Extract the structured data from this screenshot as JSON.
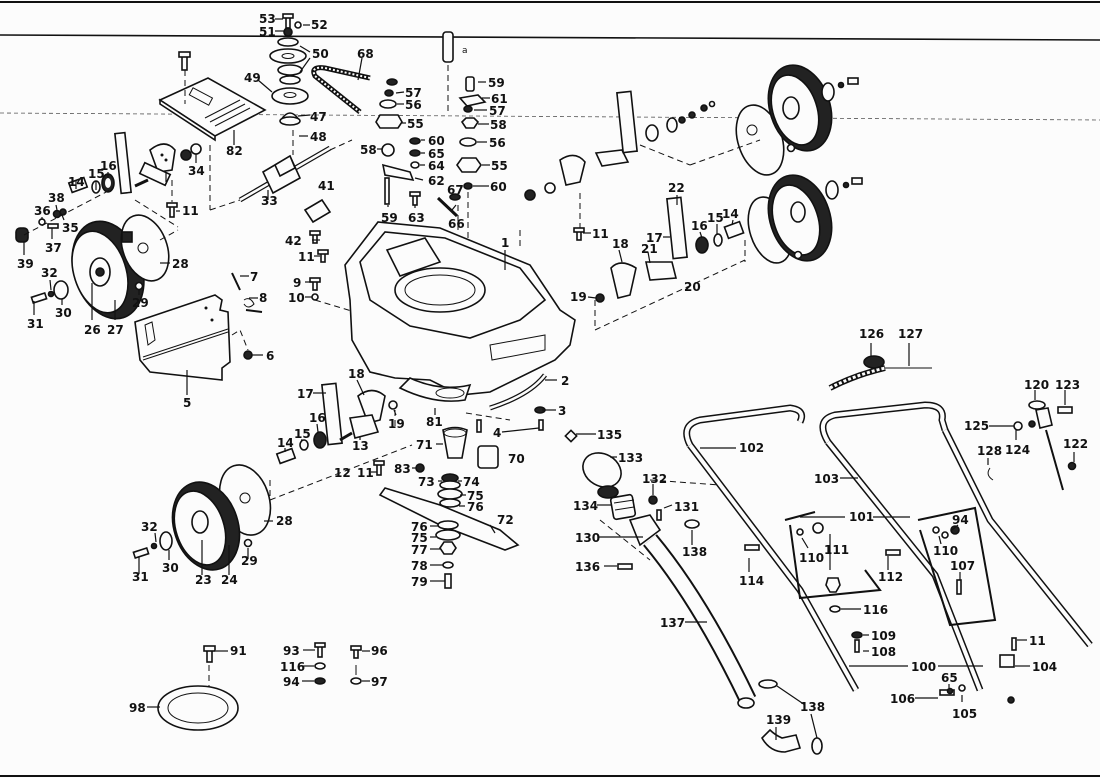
{
  "diagram": {
    "subject": "Lawn mower exploded parts view",
    "labels": [
      {
        "id": "l53",
        "text": "53"
      },
      {
        "id": "l52",
        "text": "52"
      },
      {
        "id": "l51",
        "text": "51"
      },
      {
        "id": "l50",
        "text": "50"
      },
      {
        "id": "l49",
        "text": "49"
      },
      {
        "id": "l68",
        "text": "68"
      },
      {
        "id": "l47",
        "text": "47"
      },
      {
        "id": "l48",
        "text": "48"
      },
      {
        "id": "l82",
        "text": "82"
      },
      {
        "id": "l34",
        "text": "34"
      },
      {
        "id": "l33",
        "text": "33"
      },
      {
        "id": "l41",
        "text": "41"
      },
      {
        "id": "l42",
        "text": "42"
      },
      {
        "id": "l11a",
        "text": "11"
      },
      {
        "id": "l11b",
        "text": "11"
      },
      {
        "id": "l14a",
        "text": "14"
      },
      {
        "id": "l15a",
        "text": "15"
      },
      {
        "id": "l16a",
        "text": "16"
      },
      {
        "id": "l38",
        "text": "38"
      },
      {
        "id": "l36",
        "text": "36"
      },
      {
        "id": "l35",
        "text": "35"
      },
      {
        "id": "l37",
        "text": "37"
      },
      {
        "id": "l39",
        "text": "39"
      },
      {
        "id": "l28a",
        "text": "28"
      },
      {
        "id": "l32a",
        "text": "32"
      },
      {
        "id": "l30a",
        "text": "30"
      },
      {
        "id": "l31a",
        "text": "31"
      },
      {
        "id": "l26",
        "text": "26"
      },
      {
        "id": "l27",
        "text": "27"
      },
      {
        "id": "l29a",
        "text": "29"
      },
      {
        "id": "l7",
        "text": "7"
      },
      {
        "id": "l8",
        "text": "8"
      },
      {
        "id": "l9",
        "text": "9"
      },
      {
        "id": "l10",
        "text": "10"
      },
      {
        "id": "l6",
        "text": "6"
      },
      {
        "id": "l5",
        "text": "5"
      },
      {
        "id": "l57a",
        "text": "57"
      },
      {
        "id": "l56a",
        "text": "56"
      },
      {
        "id": "l55a",
        "text": "55"
      },
      {
        "id": "l58a",
        "text": "58"
      },
      {
        "id": "l60a",
        "text": "60"
      },
      {
        "id": "l65a",
        "text": "65"
      },
      {
        "id": "l64",
        "text": "64"
      },
      {
        "id": "l62",
        "text": "62"
      },
      {
        "id": "l59a",
        "text": "59"
      },
      {
        "id": "l63",
        "text": "63"
      },
      {
        "id": "l67",
        "text": "67"
      },
      {
        "id": "l66",
        "text": "66"
      },
      {
        "id": "l59b",
        "text": "59"
      },
      {
        "id": "l61",
        "text": "61"
      },
      {
        "id": "l57b",
        "text": "57"
      },
      {
        "id": "l58b",
        "text": "58"
      },
      {
        "id": "l56b",
        "text": "56"
      },
      {
        "id": "l55b",
        "text": "55"
      },
      {
        "id": "l60b",
        "text": "60"
      },
      {
        "id": "l1",
        "text": "1"
      },
      {
        "id": "l11c",
        "text": "11"
      },
      {
        "id": "l22",
        "text": "22"
      },
      {
        "id": "l17a",
        "text": "17"
      },
      {
        "id": "l16b",
        "text": "16"
      },
      {
        "id": "l15b",
        "text": "15"
      },
      {
        "id": "l14b",
        "text": "14"
      },
      {
        "id": "l18a",
        "text": "18"
      },
      {
        "id": "l21",
        "text": "21"
      },
      {
        "id": "l19a",
        "text": "19"
      },
      {
        "id": "l20",
        "text": "20"
      },
      {
        "id": "l17b",
        "text": "17"
      },
      {
        "id": "l18b",
        "text": "18"
      },
      {
        "id": "l19b",
        "text": "19"
      },
      {
        "id": "l16c",
        "text": "16"
      },
      {
        "id": "l15c",
        "text": "15"
      },
      {
        "id": "l14c",
        "text": "14"
      },
      {
        "id": "l13",
        "text": "13"
      },
      {
        "id": "l12",
        "text": "12"
      },
      {
        "id": "l11d",
        "text": "11"
      },
      {
        "id": "l2",
        "text": "2"
      },
      {
        "id": "l3",
        "text": "3"
      },
      {
        "id": "l4",
        "text": "4"
      },
      {
        "id": "l81",
        "text": "81"
      },
      {
        "id": "l71",
        "text": "71"
      },
      {
        "id": "l70",
        "text": "70"
      },
      {
        "id": "l83",
        "text": "83"
      },
      {
        "id": "l73",
        "text": "73"
      },
      {
        "id": "l74",
        "text": "74"
      },
      {
        "id": "l75a",
        "text": "75"
      },
      {
        "id": "l76a",
        "text": "76"
      },
      {
        "id": "l72",
        "text": "72"
      },
      {
        "id": "l76b",
        "text": "76"
      },
      {
        "id": "l75b",
        "text": "75"
      },
      {
        "id": "l77",
        "text": "77"
      },
      {
        "id": "l78",
        "text": "78"
      },
      {
        "id": "l79",
        "text": "79"
      },
      {
        "id": "l28b",
        "text": "28"
      },
      {
        "id": "l32b",
        "text": "32"
      },
      {
        "id": "l30b",
        "text": "30"
      },
      {
        "id": "l31b",
        "text": "31"
      },
      {
        "id": "l23",
        "text": "23"
      },
      {
        "id": "l24",
        "text": "24"
      },
      {
        "id": "l29b",
        "text": "29"
      },
      {
        "id": "l91",
        "text": "91"
      },
      {
        "id": "l98",
        "text": "98"
      },
      {
        "id": "l93",
        "text": "93"
      },
      {
        "id": "l116a",
        "text": "116"
      },
      {
        "id": "l94a",
        "text": "94"
      },
      {
        "id": "l96",
        "text": "96"
      },
      {
        "id": "l97",
        "text": "97"
      },
      {
        "id": "l135",
        "text": "135"
      },
      {
        "id": "l133",
        "text": "133"
      },
      {
        "id": "l132",
        "text": "132"
      },
      {
        "id": "l134",
        "text": "134"
      },
      {
        "id": "l131",
        "text": "131"
      },
      {
        "id": "l130",
        "text": "130"
      },
      {
        "id": "l138a",
        "text": "138"
      },
      {
        "id": "l136",
        "text": "136"
      },
      {
        "id": "l137",
        "text": "137"
      },
      {
        "id": "l138b",
        "text": "138"
      },
      {
        "id": "l139",
        "text": "139"
      },
      {
        "id": "l102",
        "text": "102"
      },
      {
        "id": "l103",
        "text": "103"
      },
      {
        "id": "l101",
        "text": "101"
      },
      {
        "id": "l94b",
        "text": "94"
      },
      {
        "id": "l110a",
        "text": "110"
      },
      {
        "id": "l111",
        "text": "111"
      },
      {
        "id": "l114",
        "text": "114"
      },
      {
        "id": "l110b",
        "text": "110"
      },
      {
        "id": "l112",
        "text": "112"
      },
      {
        "id": "l107",
        "text": "107"
      },
      {
        "id": "l116b",
        "text": "116"
      },
      {
        "id": "l109",
        "text": "109"
      },
      {
        "id": "l108",
        "text": "108"
      },
      {
        "id": "l100",
        "text": "100"
      },
      {
        "id": "l11e",
        "text": "11"
      },
      {
        "id": "l104",
        "text": "104"
      },
      {
        "id": "l65b",
        "text": "65"
      },
      {
        "id": "l106",
        "text": "106"
      },
      {
        "id": "l105",
        "text": "105"
      },
      {
        "id": "l126",
        "text": "126"
      },
      {
        "id": "l127",
        "text": "127"
      },
      {
        "id": "l120",
        "text": "120"
      },
      {
        "id": "l123",
        "text": "123"
      },
      {
        "id": "l125",
        "text": "125"
      },
      {
        "id": "l124",
        "text": "124"
      },
      {
        "id": "l128",
        "text": "128"
      },
      {
        "id": "l122",
        "text": "122"
      },
      {
        "id": "la",
        "text": "a"
      }
    ]
  }
}
